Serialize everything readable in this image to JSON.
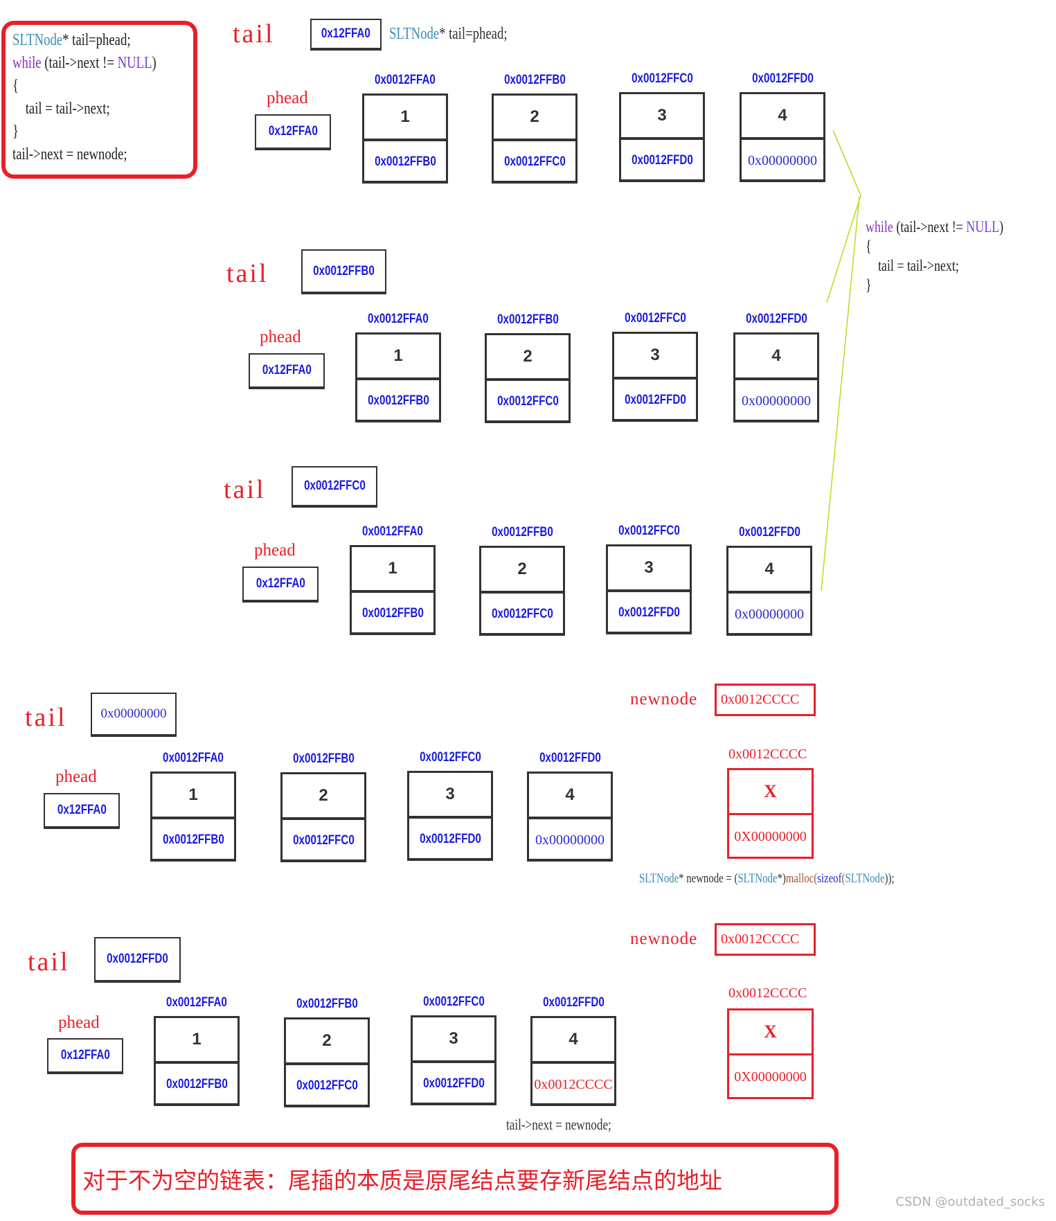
{
  "top_code": {
    "lines": [
      [
        {
          "t": "SLTNode",
          "c": "type"
        },
        {
          "t": "* tail=phead;",
          "c": ""
        }
      ],
      [
        {
          "t": "while",
          "c": "ctrl"
        },
        {
          "t": " (tail->next != ",
          "c": ""
        },
        {
          "t": "NULL",
          "c": "null"
        },
        {
          "t": ")",
          "c": ""
        }
      ],
      [
        {
          "t": "{",
          "c": ""
        }
      ],
      [
        {
          "t": "    tail = tail->next;",
          "c": ""
        }
      ],
      [
        {
          "t": "}",
          "c": ""
        }
      ],
      [
        {
          "t": "tail->next = newnode;",
          "c": ""
        }
      ]
    ]
  },
  "labels": {
    "tail": "tail",
    "phead": "phead",
    "newnode": "newnode"
  },
  "steps": [
    {
      "tail_value": "0x12FFA0",
      "tail_style": "bold",
      "annotation": "SLTNode* tail=phead;",
      "phead_value": "0x12FFA0",
      "nodes": [
        {
          "address": "0x0012FFA0",
          "value": "1",
          "next": "0x0012FFB0"
        },
        {
          "address": "0x0012FFB0",
          "value": "2",
          "next": "0x0012FFC0"
        },
        {
          "address": "0x0012FFC0",
          "value": "3",
          "next": "0x0012FFD0"
        },
        {
          "address": "0x0012FFD0",
          "value": "4",
          "next": "0x00000000"
        }
      ]
    },
    {
      "tail_value": "0x0012FFB0",
      "tail_style": "bold",
      "phead_value": "0x12FFA0",
      "nodes": [
        {
          "address": "0x0012FFA0",
          "value": "1",
          "next": "0x0012FFB0"
        },
        {
          "address": "0x0012FFB0",
          "value": "2",
          "next": "0x0012FFC0"
        },
        {
          "address": "0x0012FFC0",
          "value": "3",
          "next": "0x0012FFD0"
        },
        {
          "address": "0x0012FFD0",
          "value": "4",
          "next": "0x00000000"
        }
      ]
    },
    {
      "tail_value": "0x0012FFC0",
      "tail_style": "bold",
      "phead_value": "0x12FFA0",
      "nodes": [
        {
          "address": "0x0012FFA0",
          "value": "1",
          "next": "0x0012FFB0"
        },
        {
          "address": "0x0012FFB0",
          "value": "2",
          "next": "0x0012FFC0"
        },
        {
          "address": "0x0012FFC0",
          "value": "3",
          "next": "0x0012FFD0"
        },
        {
          "address": "0x0012FFD0",
          "value": "4",
          "next": "0x00000000"
        }
      ]
    },
    {
      "tail_value": "0x00000000",
      "tail_style": "serif",
      "phead_value": "0x12FFA0",
      "nodes": [
        {
          "address": "0x0012FFA0",
          "value": "1",
          "next": "0x0012FFB0"
        },
        {
          "address": "0x0012FFB0",
          "value": "2",
          "next": "0x0012FFC0"
        },
        {
          "address": "0x0012FFC0",
          "value": "3",
          "next": "0x0012FFD0"
        },
        {
          "address": "0x0012FFD0",
          "value": "4",
          "next": "0x00000000"
        }
      ],
      "newnode_ptr": "0x0012CCCC",
      "newnode": {
        "address": "0x0012CCCC",
        "value": "X",
        "next": "0X00000000"
      },
      "annotation_malloc": [
        {
          "t": "SLTNode",
          "c": "type"
        },
        {
          "t": "* newnode = (",
          "c": ""
        },
        {
          "t": "SLTNode",
          "c": "type"
        },
        {
          "t": "*)",
          "c": ""
        },
        {
          "t": "malloc",
          "c": "op"
        },
        {
          "t": "(",
          "c": "op"
        },
        {
          "t": "sizeof",
          "c": "size"
        },
        {
          "t": "(",
          "c": "op"
        },
        {
          "t": "SLTNode",
          "c": "type"
        },
        {
          "t": "));",
          "c": ""
        }
      ]
    },
    {
      "tail_value": "0x0012FFD0",
      "tail_style": "bold",
      "phead_value": "0x12FFA0",
      "nodes": [
        {
          "address": "0x0012FFA0",
          "value": "1",
          "next": "0x0012FFB0"
        },
        {
          "address": "0x0012FFB0",
          "value": "2",
          "next": "0x0012FFC0"
        },
        {
          "address": "0x0012FFC0",
          "value": "3",
          "next": "0x0012FFD0"
        },
        {
          "address": "0x0012FFD0",
          "value": "4",
          "next": "0x0012CCCC",
          "next_highlight": true
        }
      ],
      "newnode_ptr": "0x0012CCCC",
      "newnode": {
        "address": "0x0012CCCC",
        "value": "X",
        "next": "0X00000000"
      },
      "annotation": "tail->next = newnode;"
    }
  ],
  "loop_code": {
    "lines": [
      [
        {
          "t": "while",
          "c": "ctrl"
        },
        {
          "t": " (tail->next != ",
          "c": ""
        },
        {
          "t": "NULL",
          "c": "null"
        },
        {
          "t": ")",
          "c": ""
        }
      ],
      [
        {
          "t": "{",
          "c": ""
        }
      ],
      [
        {
          "t": "    tail = tail->next;",
          "c": ""
        }
      ],
      [
        {
          "t": "}",
          "c": ""
        }
      ]
    ]
  },
  "banner_text": "对于不为空的链表：尾插的本质是原尾结点要存新尾结点的地址",
  "watermark": "CSDN @outdated_socks",
  "colors": {
    "accent_red": "#e8202a",
    "address_blue": "#1a1ae0",
    "connector_green": "#b8e02a",
    "box_border": "#333333"
  }
}
